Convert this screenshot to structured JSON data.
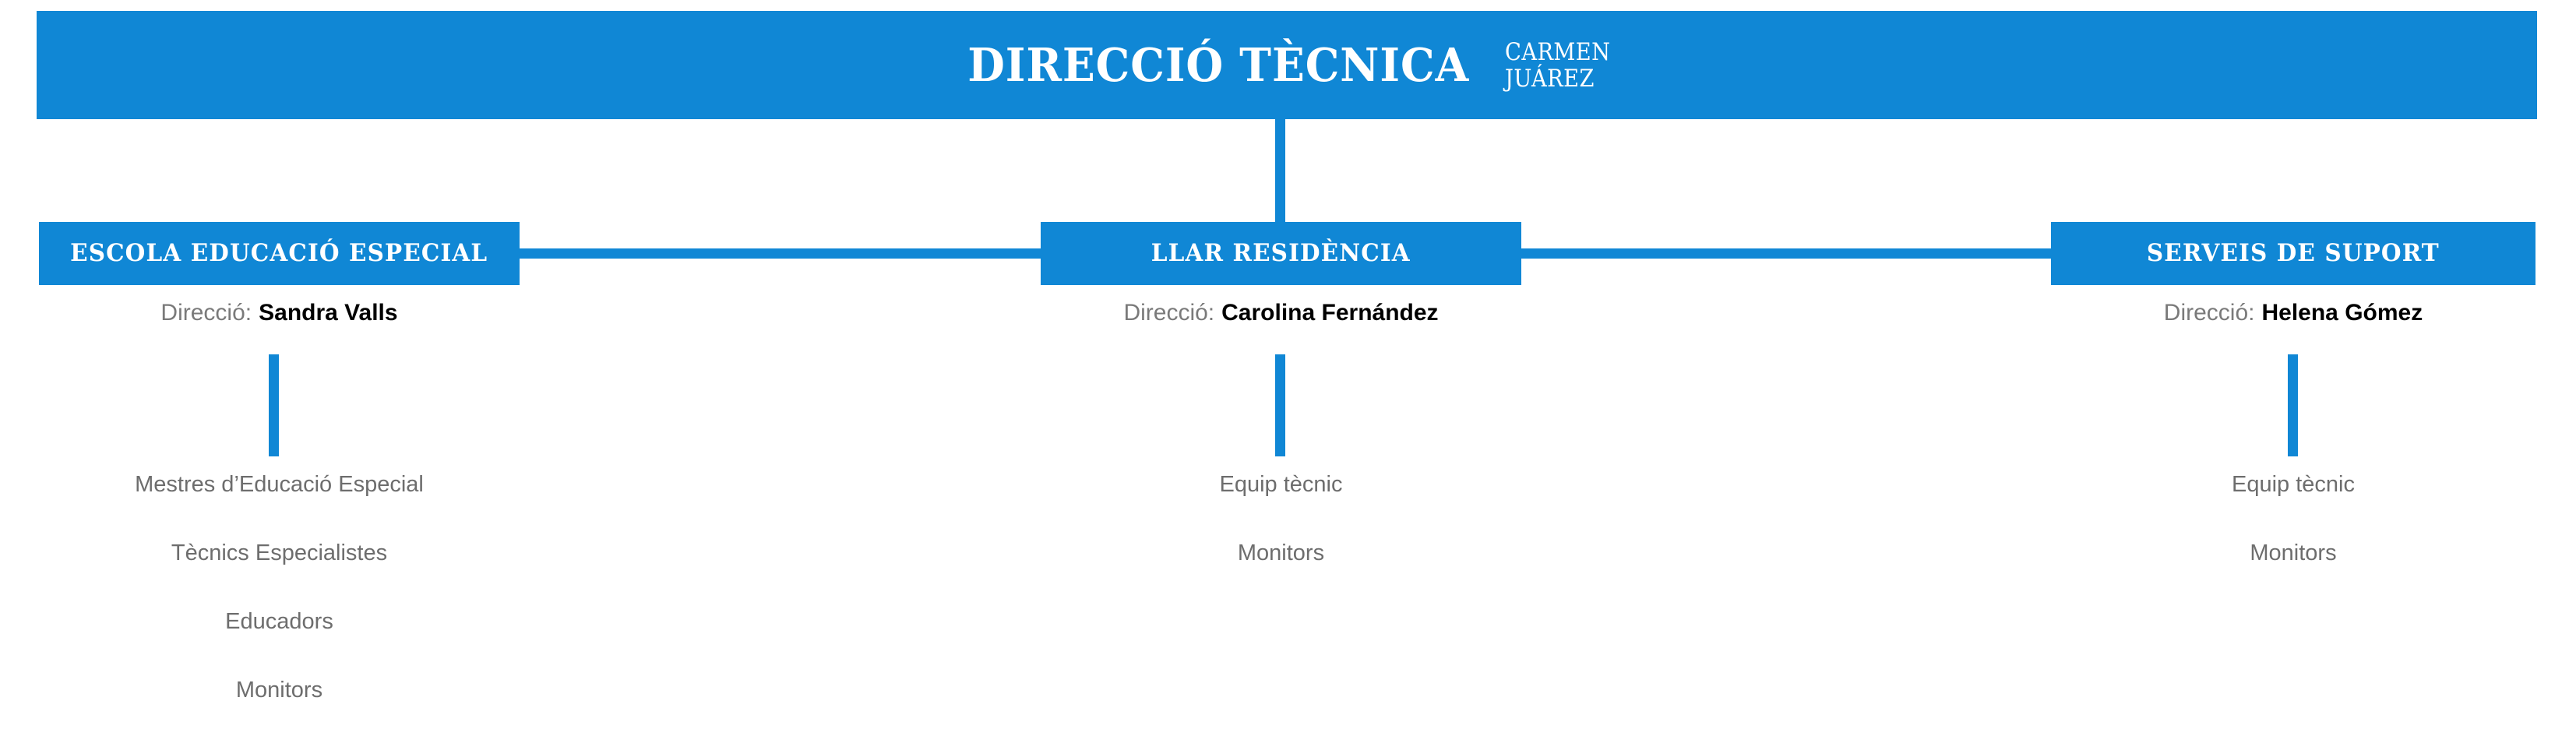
{
  "theme": {
    "accent": "#1087d5",
    "box_text": "#ffffff",
    "label_grey": "#7a7a7a",
    "leaf_grey": "#6d6d6d",
    "name_black": "#000000",
    "background": "#ffffff"
  },
  "root": {
    "title": "DIRECCIÓ TÈCNICA",
    "person_line1": "CARMEN",
    "person_line2": "JUÁREZ"
  },
  "branches": [
    {
      "title": "ESCOLA EDUCACIÓ ESPECIAL",
      "director_label": "Direcció:",
      "director_name": "Sandra Valls",
      "items": [
        "Mestres d’Educació Especial",
        "Tècnics Especialistes",
        "Educadors",
        "Monitors"
      ]
    },
    {
      "title": "LLAR RESIDÈNCIA",
      "director_label": "Direcció:",
      "director_name": "Carolina Fernández",
      "items": [
        "Equip tècnic",
        "Monitors"
      ]
    },
    {
      "title": "SERVEIS DE SUPORT",
      "director_label": "Direcció:",
      "director_name": "Helena Gómez",
      "items": [
        "Equip tècnic",
        "Monitors"
      ]
    }
  ]
}
